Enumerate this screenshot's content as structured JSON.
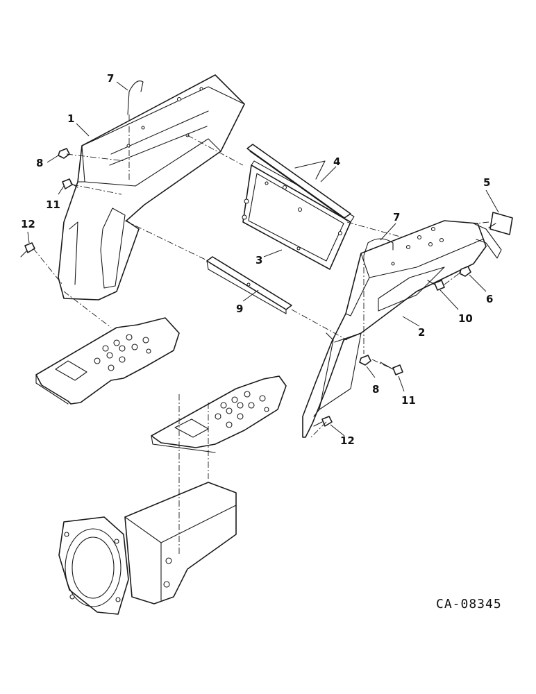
{
  "drawing": {
    "reference_code": "CA-08345"
  },
  "callouts": {
    "c1": "1",
    "c2": "2",
    "c3": "3",
    "c4": "4",
    "c5": "5",
    "c6": "6",
    "c7a": "7",
    "c7b": "7",
    "c8a": "8",
    "c8b": "8",
    "c9": "9",
    "c10": "10",
    "c11a": "11",
    "c11b": "11",
    "c12a": "12",
    "c12b": "12"
  }
}
